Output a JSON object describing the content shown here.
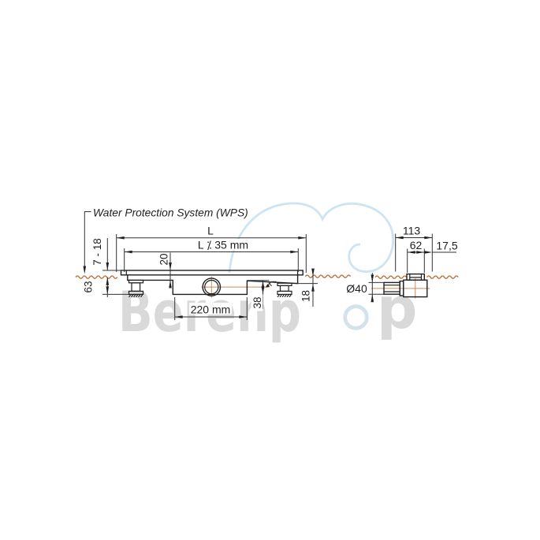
{
  "labels": {
    "wps": "Water Protection System (WPS)",
    "dim_L": "L",
    "dim_L35": "L ⁒ 35 mm",
    "dim_7_18": "7 - 18",
    "dim_20": "20",
    "dim_63": "63",
    "dim_38": "38",
    "dim_18": "18",
    "dim_220": "220 mm",
    "dim_113": "113",
    "dim_62": "62",
    "dim_17_5": "17,5",
    "dim_dia40": "Ø40"
  },
  "watermark": {
    "text_left": "Berenp",
    "text_right": "p",
    "drop_icon": "water-drop"
  },
  "colors": {
    "bg": "#ffffff",
    "ink": "#1f1f1f",
    "ink2": "#333333",
    "water": "#bd6e38",
    "center": "#d08a55",
    "wm": "#d9d9d9",
    "wmblue": "#cde4f2",
    "wmdrop": "#d3e2eb"
  }
}
